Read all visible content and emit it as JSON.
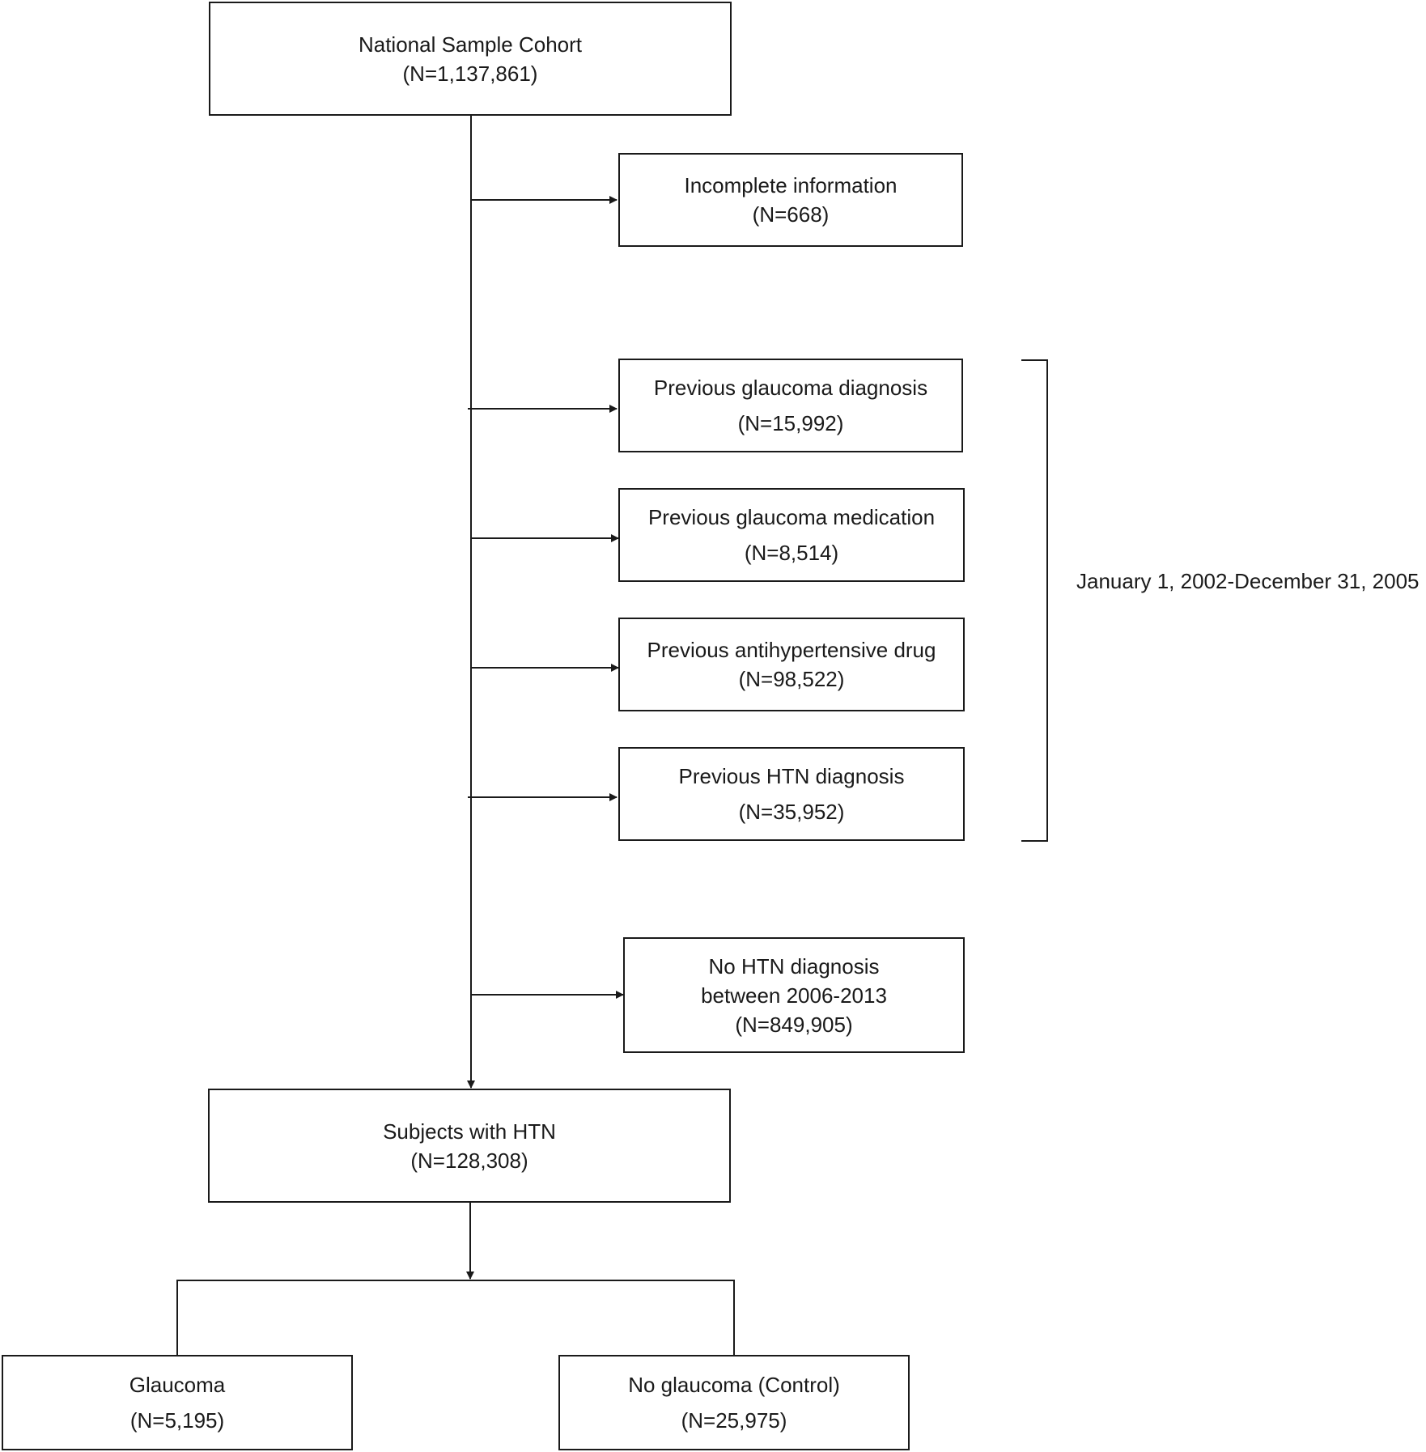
{
  "boxes": {
    "cohort": {
      "line1": "National Sample Cohort",
      "line2": "(N=1,137,861)"
    },
    "incomplete": {
      "line1": "Incomplete information",
      "line2": "(N=668)"
    },
    "prev_glaucoma_dx": {
      "line1": "Previous glaucoma diagnosis",
      "line2": "(N=15,992)"
    },
    "prev_glaucoma_med": {
      "line1": "Previous glaucoma medication",
      "line2": "(N=8,514)"
    },
    "prev_antihtn": {
      "line1": "Previous antihypertensive drug",
      "line2": "(N=98,522)"
    },
    "prev_htn_dx": {
      "line1": "Previous HTN diagnosis",
      "line2": "(N=35,952)"
    },
    "no_htn": {
      "line1": "No HTN diagnosis",
      "line2": "between 2006-2013",
      "line3": "(N=849,905)"
    },
    "subjects_htn": {
      "line1": "Subjects with HTN",
      "line2": "(N=128,308)"
    },
    "glaucoma": {
      "line1": "Glaucoma",
      "line2": "(N=5,195)"
    },
    "no_glaucoma": {
      "line1": "No glaucoma (Control)",
      "line2": "(N=25,975)"
    }
  },
  "bracket_label": "January 1, 2002-December 31, 2005",
  "colors": {
    "line": "#1a1a1a",
    "background": "#ffffff"
  }
}
